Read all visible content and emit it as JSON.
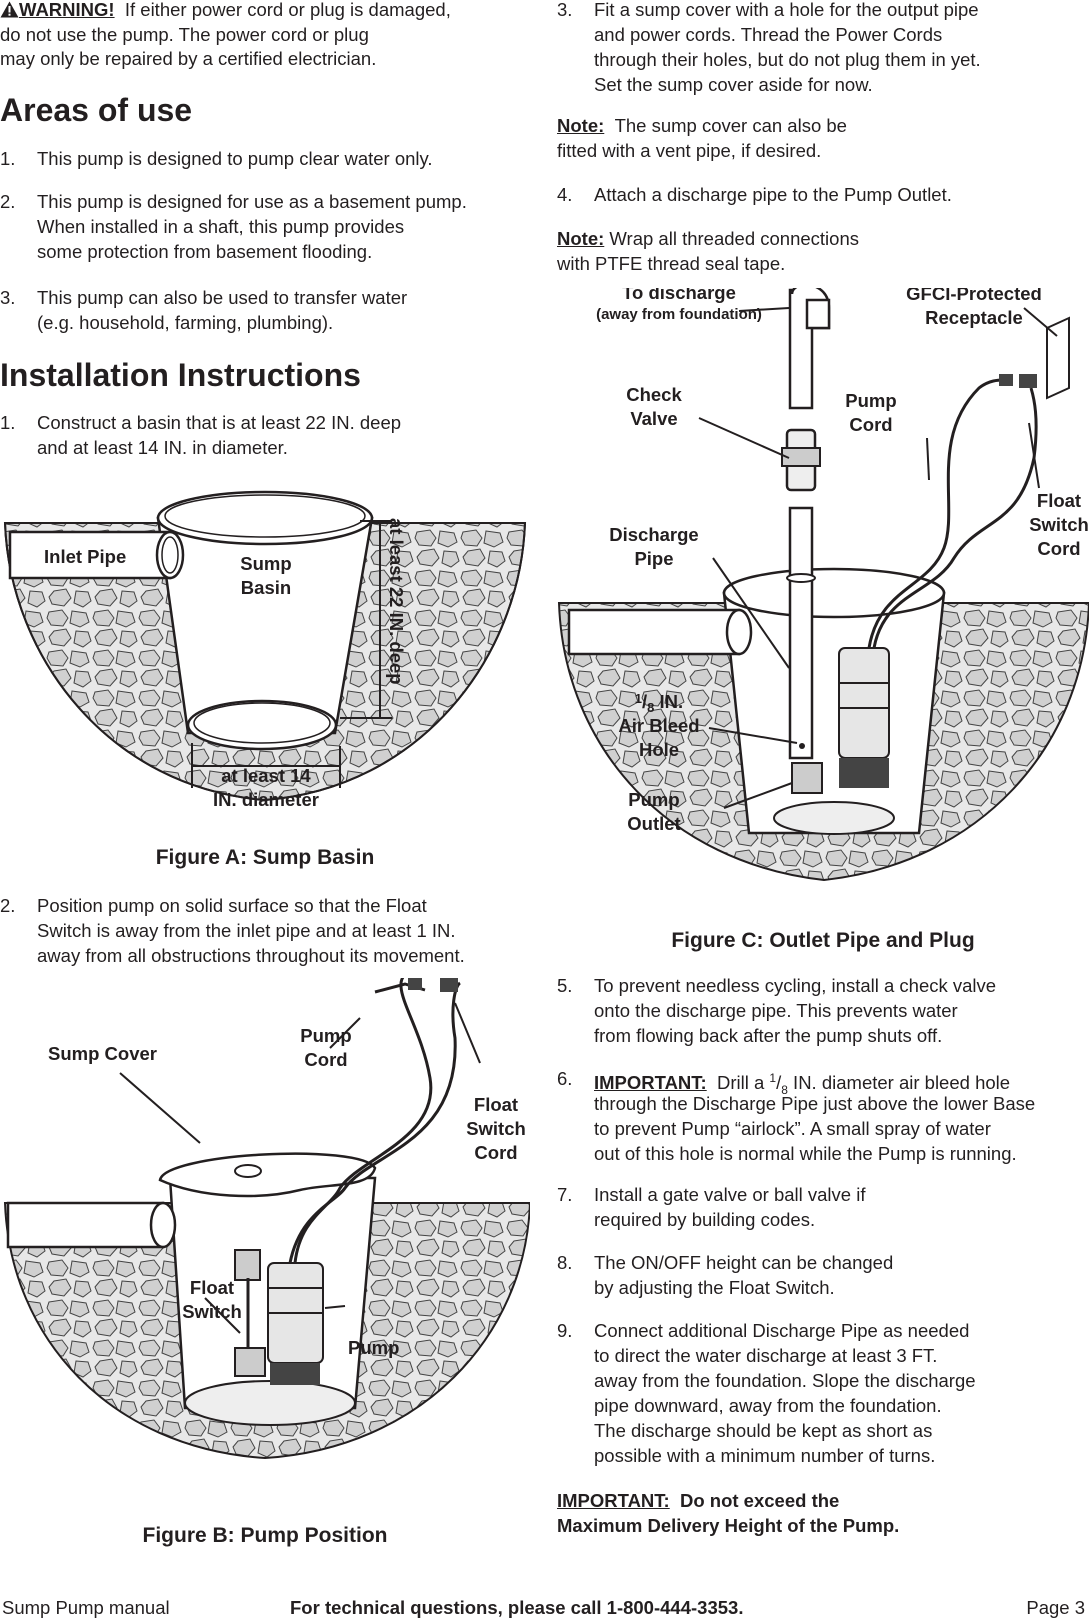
{
  "warning": {
    "label": "WARNING!",
    "line1": "If either power cord or plug is damaged,",
    "line2": "do not use the pump.  The power cord or plug",
    "line3": "may only be repaired by a certified electrician."
  },
  "areas": {
    "heading": "Areas of use",
    "items": [
      {
        "num": "1.",
        "text": "This pump is designed to pump clear water only."
      },
      {
        "num": "2.",
        "text": "This pump is designed for use as a basement pump.\nWhen installed in a shaft, this pump provides\nsome protection from basement flooding."
      },
      {
        "num": "3.",
        "text": "This pump can also be used to transfer water\n(e.g. household, farming, plumbing)."
      }
    ]
  },
  "install": {
    "heading": "Installation Instructions",
    "step1": {
      "num": "1.",
      "text": "Construct a basin that is at least 22 IN. deep\nand at least 14 IN. in diameter."
    },
    "step2": {
      "num": "2.",
      "text": "Position pump on solid surface so that the Float\nSwitch is away from the inlet pipe and at least 1 IN.\naway from all obstructions throughout its movement."
    },
    "step3": {
      "num": "3.",
      "text": "Fit a sump cover with a hole for the output pipe\nand power cords.  Thread the Power Cords\nthrough their holes, but do not plug them in yet.\nSet the sump cover aside for now."
    },
    "note1_label": "Note:",
    "note1_line1": "The sump cover can also be",
    "note1_line2": "fitted with a vent pipe, if desired.",
    "step4": {
      "num": "4.",
      "text": "Attach a discharge pipe to the Pump Outlet."
    },
    "note2_label": "Note:",
    "note2_line1": "Wrap all threaded connections",
    "note2_line2": "with PTFE thread seal tape.",
    "step5": {
      "num": "5.",
      "text": "To prevent needless cycling, install a check valve\nonto the discharge pipe.  This prevents water\nfrom flowing back after the pump shuts off."
    },
    "step6": {
      "num": "6.",
      "label": "IMPORTANT:",
      "pre": "Drill a ",
      "frac_num": "1",
      "frac_den": "8",
      "line1_rest": " IN. diameter air bleed hole",
      "rest": "through the Discharge Pipe just above the lower Base\nto prevent Pump “airlock”.  A small spray of water\nout of this hole is normal while the Pump is running."
    },
    "step7": {
      "num": "7.",
      "text": "Install a gate valve or ball valve if\nrequired by building codes."
    },
    "step8": {
      "num": "8.",
      "text": "The ON/OFF height can be changed\nby adjusting the Float Switch."
    },
    "step9": {
      "num": "9.",
      "text": "Connect additional Discharge Pipe as needed\nto direct the water discharge at least 3 FT.\naway from the foundation.  Slope the discharge\npipe downward, away from the foundation.\nThe discharge should be kept as short as\npossible with a minimum number of turns."
    },
    "final_label": "IMPORTANT:",
    "final_line1": "Do not exceed the",
    "final_line2": "Maximum Delivery Height of the Pump."
  },
  "figA": {
    "caption": "Figure A:  Sump Basin",
    "inlet": "Inlet Pipe",
    "basin1": "Sump",
    "basin2": "Basin",
    "depth": "at least 22 IN. deep",
    "diam1": "at least 14",
    "diam2": "IN. diameter"
  },
  "figB": {
    "caption": "Figure B:  Pump Position",
    "cover": "Sump Cover",
    "pcord1": "Pump",
    "pcord2": "Cord",
    "fcord1": "Float",
    "fcord2": "Switch",
    "fcord3": "Cord",
    "float1": "Float",
    "float2": "Switch",
    "pump": "Pump"
  },
  "figC": {
    "caption": "Figure C:  Outlet Pipe and Plug",
    "disch1": "To discharge",
    "disch2": "(away from foundation)",
    "gfci1": "GFCI-Protected",
    "gfci2": "Receptacle",
    "check1": "Check",
    "check2": "Valve",
    "pcord1": "Pump",
    "pcord2": "Cord",
    "fcord1": "Float",
    "fcord2": "Switch",
    "fcord3": "Cord",
    "dpipe1": "Discharge",
    "dpipe2": "Pipe",
    "air_num": "1",
    "air_den": "8",
    "air1": " IN.",
    "air2": "Air Bleed",
    "air3": "Hole",
    "outlet1": "Pump",
    "outlet2": "Outlet"
  },
  "footer": {
    "left": "Sump Pump manual",
    "center": "For technical questions, please call 1-800-444-3353.",
    "right": "Page 3"
  }
}
